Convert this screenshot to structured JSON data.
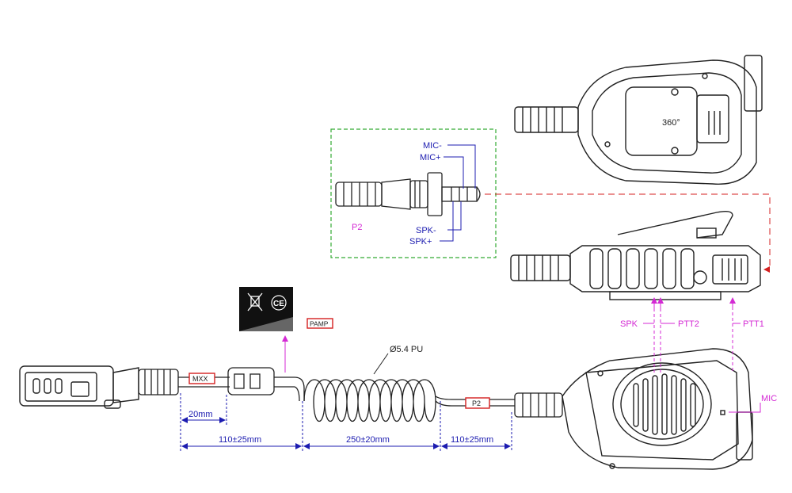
{
  "colors": {
    "outline": "#222222",
    "dimension_blue": "#1c1cb0",
    "callout_magenta": "#d42ad4",
    "tag_red": "#d42020",
    "inset_green": "#33aa33",
    "jack_blue": "#1c1cb0"
  },
  "icons": {
    "weee": "crossed-out-bin-icon",
    "ce": "ce-mark-icon"
  },
  "connectors": {
    "mxx_tag": "MXX",
    "p2_tag": "P2",
    "pamp_tag": "PAMP"
  },
  "cable": {
    "spec": "Ø5.4 PU"
  },
  "dimensions": {
    "d1": "20mm",
    "d2": "110±25mm",
    "d3": "250±20mm",
    "d4": "110±25mm"
  },
  "jack": {
    "label": "P2",
    "pins": [
      "MIC-",
      "MIC+",
      "SPK-",
      "SPK+"
    ]
  },
  "speaker": {
    "clip_label": "360°",
    "callouts": [
      "SPK",
      "PTT2",
      "PTT1",
      "MIC"
    ]
  }
}
